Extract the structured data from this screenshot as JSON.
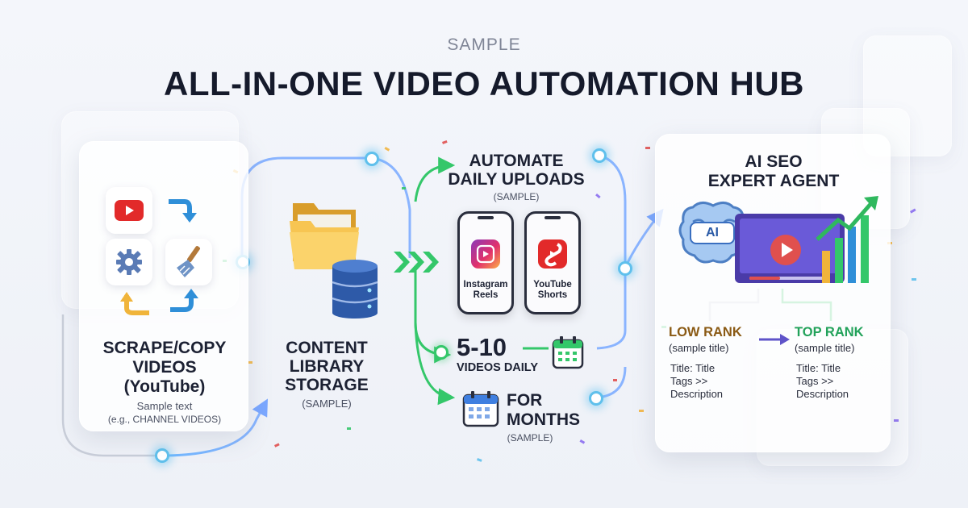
{
  "header": {
    "subtitle": "SAMPLE",
    "title": "ALL-IN-ONE VIDEO AUTOMATION HUB"
  },
  "scrape": {
    "title_line1": "SCRAPE/COPY",
    "title_line2": "VIDEOS",
    "title_line3": "(YouTube)",
    "note_line1": "Sample text",
    "note_line2": "(e.g., CHANNEL VIDEOS)",
    "icons": [
      "youtube-icon",
      "arrow-icon",
      "gear-icon",
      "broom-icon",
      "arrow-icon"
    ]
  },
  "library": {
    "title_line1": "CONTENT",
    "title_line2": "LIBRARY",
    "title_line3": "STORAGE",
    "note": "(SAMPLE)",
    "icons": [
      "folder-icon",
      "database-icon"
    ]
  },
  "uploads": {
    "title_line1": "AUTOMATE",
    "title_line2": "DAILY UPLOADS",
    "note": "(SAMPLE)",
    "phones": [
      {
        "line1": "Instagram",
        "line2": "Reels",
        "icon": "instagram-reels-icon"
      },
      {
        "line1": "YouTube",
        "line2": "Shorts",
        "icon": "youtube-shorts-icon"
      }
    ],
    "count": "5-10",
    "count_label": "VIDEOS DAILY",
    "months_line1": "FOR",
    "months_line2": "MONTHS",
    "months_note": "(SAMPLE)"
  },
  "seo": {
    "title_line1": "AI SEO",
    "title_line2": "EXPERT AGENT",
    "ai_badge": "AI",
    "low_rank": "LOW RANK",
    "low_sub": "(sample title)",
    "top_rank": "TOP RANK",
    "top_sub": "(sample title)",
    "low_list": [
      "Title: Title",
      "Tags >>",
      "Description"
    ],
    "top_list": [
      "Title: Title",
      "Tags >>",
      "Description"
    ]
  },
  "colors": {
    "accent_blue": "#5fc0ec",
    "accent_green": "#34c76a",
    "low_rank": "#8a5a14",
    "top_rank": "#22a25a",
    "youtube_red": "#e22a2a"
  }
}
